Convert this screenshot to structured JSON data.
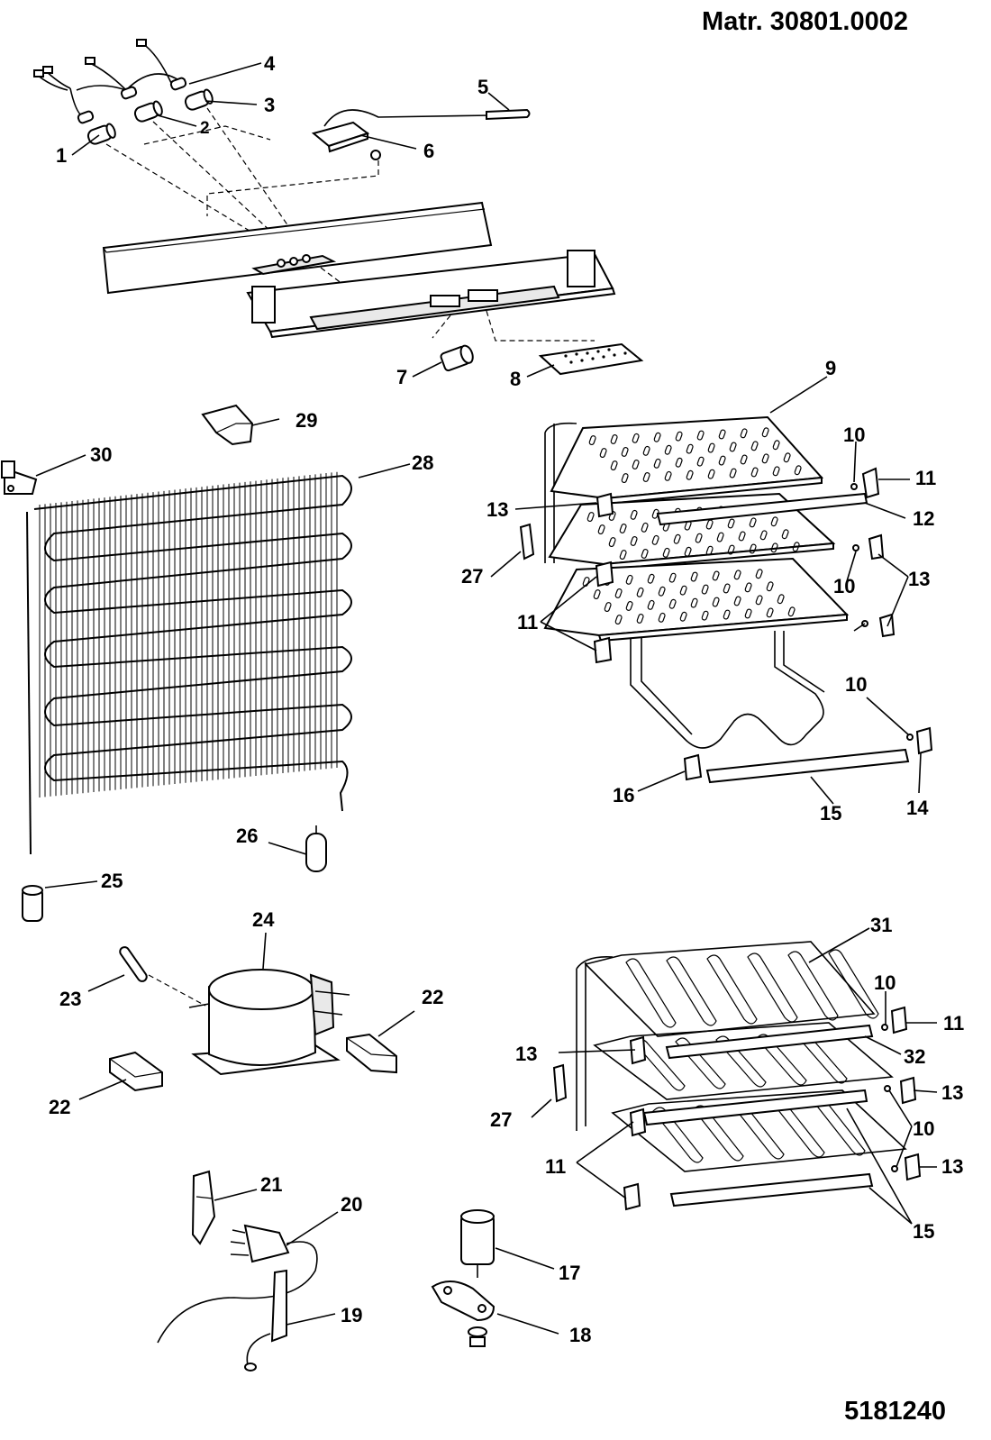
{
  "header": {
    "title": "Matr. 30801.0002",
    "document_number": "5181240"
  },
  "callouts": [
    "1",
    "2",
    "3",
    "4",
    "5",
    "6",
    "7",
    "8",
    "9",
    "10",
    "11",
    "12",
    "13",
    "14",
    "15",
    "16",
    "17",
    "18",
    "19",
    "20",
    "21",
    "22",
    "23",
    "24",
    "25",
    "26",
    "27",
    "28",
    "29",
    "30",
    "31",
    "32"
  ]
}
